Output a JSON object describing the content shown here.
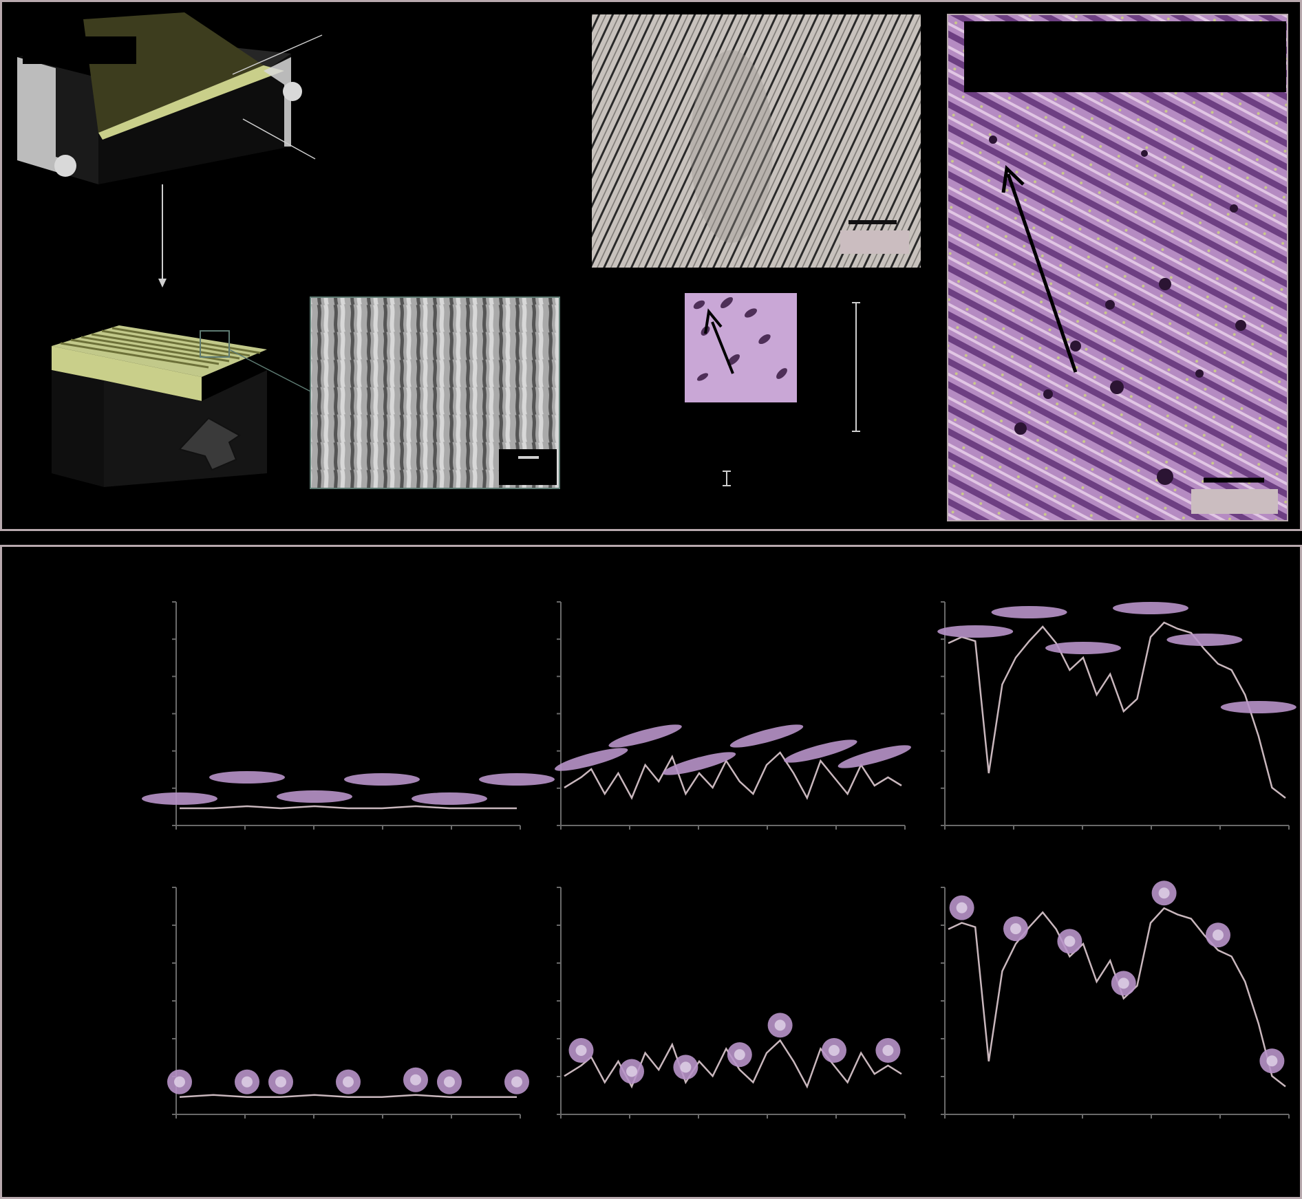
{
  "colors": {
    "frame": "#b8a9ae",
    "film_green": "#c9cf8a",
    "ridge_green": "#cfd596",
    "substrate_grey": "#d9d9d9",
    "cell_purple": "#b894c9",
    "stain_purple": "#9a6cad",
    "profile_line": "#c9b7bd",
    "axis": "#6a6a6a",
    "sem_grey": "#b5b5b5",
    "scalebar_fill": "#cbbdc0"
  },
  "icons": [
    "down-arrow-icon",
    "up-arrow-icon",
    "arrow-icon"
  ],
  "chart_data": [
    {
      "type": "line",
      "panel": "elongated-flat",
      "x": [
        0,
        0.1,
        0.2,
        0.3,
        0.4,
        0.5,
        0.6,
        0.7,
        0.8,
        0.9,
        1.0
      ],
      "y": [
        0.05,
        0.05,
        0.06,
        0.05,
        0.06,
        0.05,
        0.05,
        0.06,
        0.05,
        0.05,
        0.05
      ]
    },
    {
      "type": "line",
      "panel": "elongated-medium",
      "x": [
        0,
        0.05,
        0.08,
        0.12,
        0.16,
        0.2,
        0.24,
        0.28,
        0.32,
        0.36,
        0.4,
        0.44,
        0.48,
        0.52,
        0.56,
        0.6,
        0.64,
        0.68,
        0.72,
        0.76,
        0.8,
        0.84,
        0.88,
        0.92,
        0.96,
        1.0
      ],
      "y": [
        0.15,
        0.2,
        0.24,
        0.12,
        0.22,
        0.1,
        0.26,
        0.18,
        0.3,
        0.12,
        0.22,
        0.15,
        0.28,
        0.18,
        0.12,
        0.26,
        0.32,
        0.22,
        0.1,
        0.28,
        0.2,
        0.12,
        0.26,
        0.16,
        0.2,
        0.16
      ]
    },
    {
      "type": "line",
      "panel": "elongated-deep",
      "x": [
        0,
        0.04,
        0.08,
        0.12,
        0.16,
        0.2,
        0.24,
        0.28,
        0.32,
        0.36,
        0.4,
        0.44,
        0.48,
        0.52,
        0.56,
        0.6,
        0.64,
        0.68,
        0.72,
        0.76,
        0.8,
        0.84,
        0.88,
        0.92,
        0.96,
        1.0
      ],
      "y": [
        0.85,
        0.88,
        0.86,
        0.22,
        0.65,
        0.78,
        0.86,
        0.93,
        0.85,
        0.72,
        0.78,
        0.6,
        0.7,
        0.52,
        0.58,
        0.88,
        0.95,
        0.92,
        0.9,
        0.82,
        0.75,
        0.72,
        0.6,
        0.4,
        0.15,
        0.1
      ]
    },
    {
      "type": "line",
      "panel": "round-flat",
      "x": [
        0,
        0.1,
        0.2,
        0.3,
        0.4,
        0.5,
        0.6,
        0.7,
        0.8,
        0.9,
        1.0
      ],
      "y": [
        0.05,
        0.06,
        0.05,
        0.05,
        0.06,
        0.05,
        0.05,
        0.06,
        0.05,
        0.05,
        0.05
      ]
    },
    {
      "type": "line",
      "panel": "round-medium",
      "x": [
        0,
        0.05,
        0.08,
        0.12,
        0.16,
        0.2,
        0.24,
        0.28,
        0.32,
        0.36,
        0.4,
        0.44,
        0.48,
        0.52,
        0.56,
        0.6,
        0.64,
        0.68,
        0.72,
        0.76,
        0.8,
        0.84,
        0.88,
        0.92,
        0.96,
        1.0
      ],
      "y": [
        0.15,
        0.2,
        0.24,
        0.12,
        0.22,
        0.1,
        0.26,
        0.18,
        0.3,
        0.12,
        0.22,
        0.15,
        0.28,
        0.18,
        0.12,
        0.26,
        0.32,
        0.22,
        0.1,
        0.28,
        0.2,
        0.12,
        0.26,
        0.16,
        0.2,
        0.16
      ]
    },
    {
      "type": "line",
      "panel": "round-deep",
      "x": [
        0,
        0.04,
        0.08,
        0.12,
        0.16,
        0.2,
        0.24,
        0.28,
        0.32,
        0.36,
        0.4,
        0.44,
        0.48,
        0.52,
        0.56,
        0.6,
        0.64,
        0.68,
        0.72,
        0.76,
        0.8,
        0.84,
        0.88,
        0.92,
        0.96,
        1.0
      ],
      "y": [
        0.85,
        0.88,
        0.86,
        0.22,
        0.65,
        0.78,
        0.86,
        0.93,
        0.85,
        0.72,
        0.78,
        0.6,
        0.7,
        0.52,
        0.58,
        0.88,
        0.95,
        0.92,
        0.9,
        0.82,
        0.75,
        0.72,
        0.6,
        0.4,
        0.15,
        0.1
      ]
    }
  ]
}
